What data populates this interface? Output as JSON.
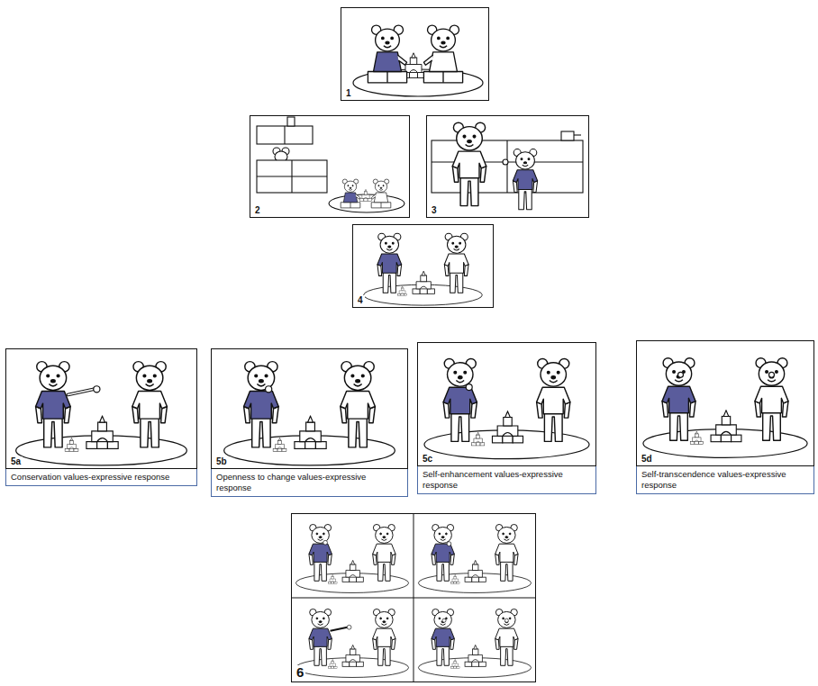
{
  "diagram": {
    "nodes": [
      {
        "text": [
          "1"
        ]
      },
      {
        "text": [
          "2"
        ]
      },
      {
        "text": [
          "3"
        ]
      },
      {
        "text": [
          "4"
        ]
      },
      {
        "text": [
          "5a",
          "Conservation values-expressive response"
        ]
      },
      {
        "text": [
          "5b",
          "Openness to change values-expressive response"
        ]
      },
      {
        "text": [
          "5c",
          "Self-enhancement values-expressive response"
        ]
      },
      {
        "text": [
          "5d",
          "Self-transcendence values-expressive response"
        ]
      },
      {
        "text": [
          "6"
        ]
      }
    ]
  }
}
